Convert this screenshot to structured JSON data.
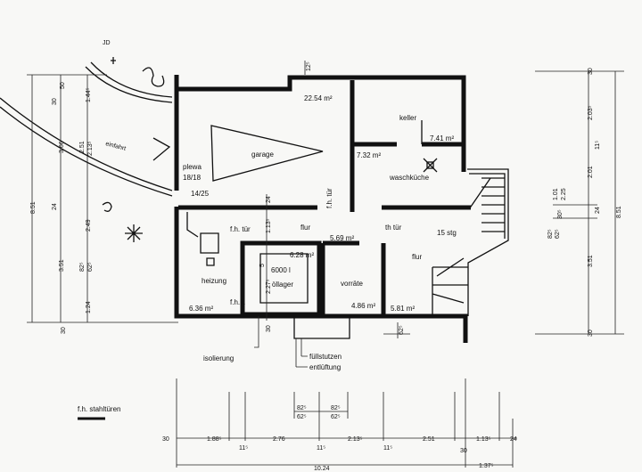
{
  "rooms": {
    "garage": {
      "label": "garage",
      "area": "22.54 m²"
    },
    "keller": {
      "label": "keller",
      "area": "7.41 m²"
    },
    "waschkueche": {
      "label": "waschküche",
      "area": "7.32 m²"
    },
    "flur_upper": {
      "label": "flur",
      "area": "5.69 m²"
    },
    "flur_right": {
      "label": "flur",
      "area": "5.81 m²"
    },
    "vorraete": {
      "label": "vorräte",
      "area": "4.86 m²"
    },
    "oellager": {
      "label": "öllager",
      "capacity": "6000 l",
      "area": "6.28 m²"
    },
    "heizung": {
      "label": "heizung",
      "area": "6.36 m²"
    }
  },
  "labels": {
    "fh_tuer_vertical": "f.h. tür",
    "fh_tuer_left": "f.h. tür",
    "th_tuer": "th tür",
    "fhk": "f.h.k.",
    "stairs": "15 stg",
    "plewa": "plewa",
    "plewa_size": "18/18",
    "chimney_size": "14/25",
    "einfahrt": "einfahrt",
    "isolierung": "isolierung",
    "fuellstutzen": "füllstutzen",
    "entlueftung": "entlüftung",
    "legend": "f.h. stahltüren",
    "mark1": "JD"
  },
  "dims": {
    "bottom": [
      "30",
      "1.88⁵",
      "11⁵",
      "2.76",
      "11⁵",
      "2.13⁵",
      "11⁵",
      "2.51",
      "30",
      "1.13⁵",
      "24"
    ],
    "bottom_total": "10.24",
    "bottom_right": "1.37⁵",
    "bottom_upper": [
      "82⁵",
      "62⁵",
      "82⁵",
      "62⁵"
    ],
    "left_outer": "8.51",
    "left_mid": [
      "30",
      "3.66",
      "24",
      "3.51",
      "30"
    ],
    "left_inner": [
      "50",
      "1.44⁵",
      "2.51",
      "2.13⁵",
      "2.49",
      "82⁵",
      "62⁵",
      "1.24"
    ],
    "right_outer": "8.51",
    "right_mid": [
      "30",
      "2.03⁵",
      "11⁵",
      "2.01",
      "24",
      "3.51",
      "30"
    ],
    "right_inner": [
      "1.01",
      "2.25",
      "30⁵",
      "82⁵",
      "62⁵"
    ],
    "inner": [
      "12⁵",
      "24",
      "1.13⁵",
      "2.27⁵",
      "30",
      "62⁵",
      "5"
    ]
  }
}
